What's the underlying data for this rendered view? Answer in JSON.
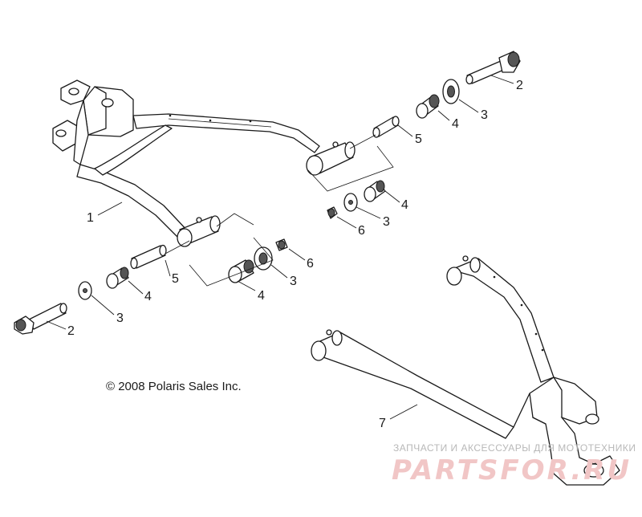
{
  "callouts": {
    "c1": "1",
    "c2_top": "2",
    "c3_top": "3",
    "c4_top": "4",
    "c5_top": "5",
    "c4_mid": "4",
    "c3_mid": "3",
    "c6_mid": "6",
    "c5_left": "5",
    "c4_left": "4",
    "c3_left": "3",
    "c2_left": "2",
    "c6_low": "6",
    "c3_low": "3",
    "c4_low": "4",
    "c7": "7"
  },
  "copyright": "© 2008 Polaris Sales Inc.",
  "watermark": {
    "subtitle": "ЗАПЧАСТИ И АКСЕССУАРЫ ДЛЯ МОТОТЕХНИКИ",
    "logo": "PARTSFOR.RU"
  },
  "colors": {
    "line": "#1a1a1a",
    "watermark_text": "#b8b8b8",
    "watermark_logo": "#f1c6c6"
  }
}
